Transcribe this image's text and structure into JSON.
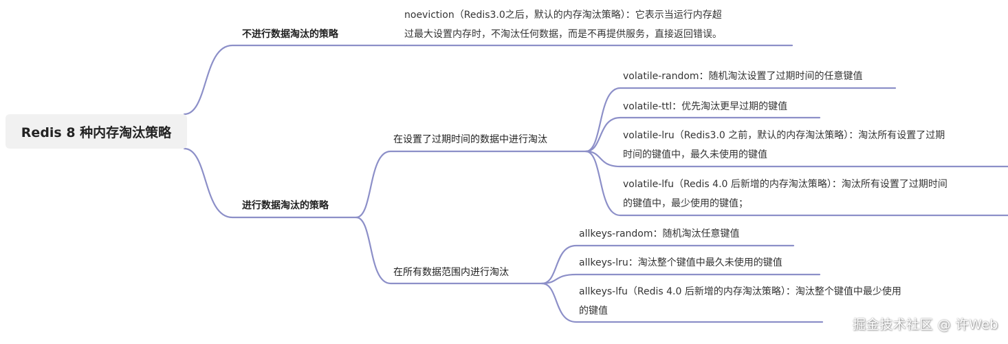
{
  "colors": {
    "line": "#8c8fc8",
    "root_bg": "#f1f1f1",
    "text": "#333333"
  },
  "root": {
    "label": "Redis 8 种内存淘汰策略"
  },
  "branches": [
    {
      "label": "不进行数据淘汰的策略",
      "leaves": [
        {
          "lines": [
            "noeviction（Redis3.0之后，默认的内存淘汰策略）：它表示当运行内存超",
            "过最大设置内存时，不淘汰任何数据，而是不再提供服务，直接返回错误。"
          ]
        }
      ]
    },
    {
      "label": "进行数据淘汰的策略",
      "children": [
        {
          "label": "在设置了过期时间的数据中进行淘汰",
          "leaves": [
            {
              "lines": [
                "volatile-random：随机淘汰设置了过期时间的任意键值"
              ]
            },
            {
              "lines": [
                "volatile-ttl：优先淘汰更早过期的键值"
              ]
            },
            {
              "lines": [
                "volatile-lru（Redis3.0 之前，默认的内存淘汰策略）：淘汰所有设置了过期",
                "时间的键值中，最久未使用的键值"
              ]
            },
            {
              "lines": [
                "volatile-lfu（Redis 4.0 后新增的内存淘汰策略）：淘汰所有设置了过期时间",
                "的键值中，最少使用的键值；"
              ]
            }
          ]
        },
        {
          "label": "在所有数据范围内进行淘汰",
          "leaves": [
            {
              "lines": [
                "allkeys-random：随机淘汰任意键值"
              ]
            },
            {
              "lines": [
                "allkeys-lru：淘汰整个键值中最久未使用的键值"
              ]
            },
            {
              "lines": [
                "allkeys-lfu（Redis 4.0 后新增的内存淘汰策略）：淘汰整个键值中最少使用",
                "的键值"
              ]
            }
          ]
        }
      ]
    }
  ],
  "watermark": "掘金技术社区 @ 许Web"
}
